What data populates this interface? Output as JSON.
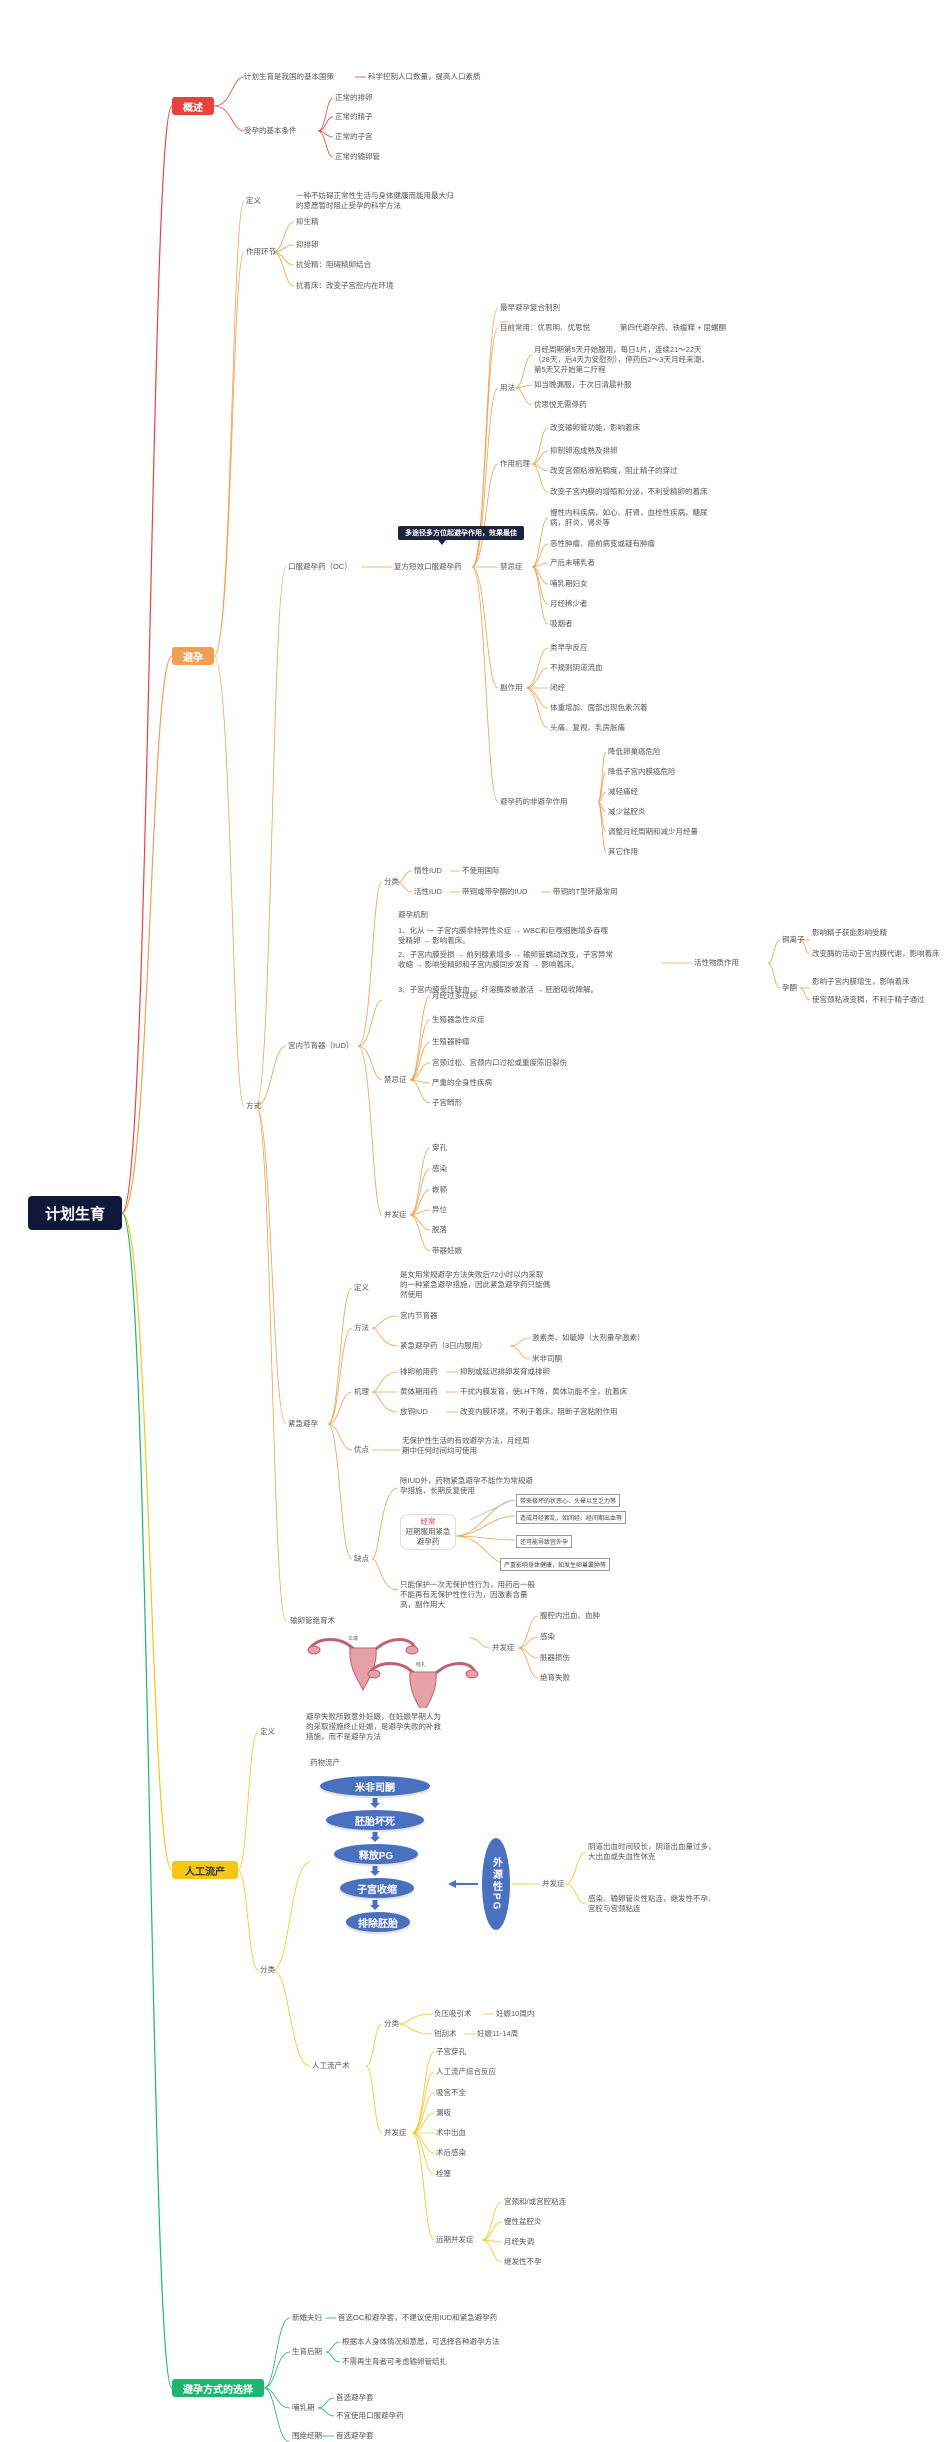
{
  "root": "计划生育",
  "colors": {
    "overview": "#e8423e",
    "contra": "#f0a050",
    "abortion": "#f5c518",
    "choice": "#1eb472"
  },
  "categories": {
    "overview": "概述",
    "contra": "避孕",
    "abortion": "人工流产",
    "choice": "避孕方式的选择"
  },
  "overview": {
    "policy": "计划生育是我国的基本国策",
    "policy_goal": "科学控制人口数量，提高人口素质",
    "conditions": "受孕的基本条件",
    "cond1": "正常的排卵",
    "cond2": "正常的精子",
    "cond3": "正常的子宫",
    "cond4": "正常的输卵管"
  },
  "contra": {
    "def": "定义",
    "def_text": "一种不妨碍正常性生活与身体健康而能用最大归的意愿暂时阻止受孕的科学方法",
    "mech": "作用环节",
    "mech1": "抑生精",
    "mech2": "抑排卵",
    "mech3": "抗受精：阻碍精卵结合",
    "mech4": "抗着床：改变子宫腔内在环境",
    "method": "方式",
    "oc": "口服避孕药（OC）",
    "coc": "复方短效口服避孕药",
    "callout": "多途径多方位起避孕作用，效果最佳",
    "coc_first": "最早避孕复合制剂",
    "coc_common_label": "目前常用：优思明、优思悦",
    "coc_common": "第四代避孕药、铁缓释 + 屈螺酮",
    "usage": "用法",
    "usage1": "月经周期第5天开始服用，每日1片，连续21～22天（28天，后4天为安慰剂），停药后2～3天月经来潮，第5天又开始第二疗程",
    "usage2": "如当晚漏服，于次日清晨补服",
    "usage3": "优思悦无需停药",
    "action": "作用机理",
    "action1": "改变输卵管功能，影响着床",
    "action2": "抑制卵泡成熟及排卵",
    "action3": "改变宫颈粘液粘稠度，阻止精子的穿过",
    "action4": "改变子宫内膜的增殖和分泌，不利受精卵的着床",
    "contraind": "禁忌症",
    "ci1": "慢性内科疾病，如心、肝肾，血栓性疾病，糖尿病，肝炎，肾炎等",
    "ci2": "恶性肿瘤、癌前病变或疑有肿瘤",
    "ci3": "产后未哺乳者",
    "ci4": "哺乳期妇女",
    "ci5": "月经稀少者",
    "ci6": "吸烟者",
    "side": "副作用",
    "se1": "类早孕反应",
    "se2": "不规则阴道流血",
    "se3": "闭经",
    "se4": "体重增加、面部出现色素沉着",
    "se5": "头痛、复视、乳房胀痛",
    "nonc": "避孕药的非避孕作用",
    "nc1": "降低卵巢癌危险",
    "nc2": "降低子宫内膜癌危险",
    "nc3": "减轻痛经",
    "nc4": "减少盆腔炎",
    "nc5": "调整月经周期和减少月经量",
    "nc6": "其它作用",
    "iud": "宫内节育器（IUD）",
    "cls": "分类",
    "inert": "惰性IUD",
    "inert_note": "不使用国际",
    "active": "活性IUD",
    "active1": "带铜或带孕酮的IUD",
    "active2": "带铜的T型环最常用",
    "iud_mech": "避孕机制",
    "m1": "1、化从 一 子宫内膜非特异性炎症 → WBC和巨噬细胞增多吞噬受精卵 → 影响着床。",
    "m2": "2、子宫内膜受损 → 前列腺素增多 → 输卵管蠕动改变，子宫异常收缩 → 影响受精卵和子宫内膜同步发育 → 影响着床。",
    "m3": "3、子宫内膜受压缺血 → 纤溶酶原被激活 → 胚胎吸收降解。",
    "active_action": "活性物质作用",
    "cu": "铜离子",
    "cu1": "影响精子获能影响受精",
    "cu2": "改变酶的活动于宫内膜代谢，影响着床",
    "prog": "孕酮",
    "prog1": "影响子宫内膜增生，影响着床",
    "prog2": "使宫颈粘液变稠，不利于精子通过",
    "iud_ci": "禁忌证",
    "ic1": "月经过多过频",
    "ic2": "生殖器急性炎症",
    "ic3": "生殖器肿瘤",
    "ic4": "宫颈过松、宫颈内口过松或重度陈旧裂伤",
    "ic5": "严重的全身性疾病",
    "ic6": "子宫畸形",
    "comp": "并发症",
    "cp1": "穿孔",
    "cp2": "感染",
    "cp3": "嵌顿",
    "cp4": "异位",
    "cp5": "脱落",
    "cp6": "带器妊娠",
    "emg": "紧急避孕",
    "emg_def": "定义",
    "emg_def_text": "是女用常规避孕方法失败后72小时以内采取的一种紧急避孕措施，因此紧急避孕药只能偶然使用",
    "emg_method": "方法",
    "em1": "宫内节育器",
    "em2": "紧急避孕药（3日内服用）",
    "em2a": "激素类、如毓婷（大剂量孕激素）",
    "em2b": "米非司酮",
    "emg_mech": "机理",
    "emm1": "排卵前用药",
    "emm1t": "抑制或延迟排卵发育或排卵",
    "emm2": "黄体期用药",
    "emm2t": "干扰内膜发育，使LH下降，黄体功能不全，抗着床",
    "emm3": "放铜IUD",
    "emm3t": "改变内膜环境，不利于着床，阻断子宫粘附作用",
    "emg_adv": "优点",
    "emg_adv_t": "无保护性生活的有效避孕方法，月经周期中任何时间均可使用",
    "emg_dis": "缺点",
    "emg_dis1": "除IUD外，药物紧急避孕不能作为常规避孕措施，长期反复使用",
    "pill_label": "短期服用紧急避孕药",
    "pill_mark": "经常",
    "pop1": "带来极坏的状恶心、头晕以至乏力等",
    "pop2": "造成月经紊乱，如闭经、经间期出血等",
    "pop3": "还可能导致宫外孕",
    "pop4": "严重影响身体健康，如发生卵巢囊肿等",
    "emg_dis2": "只能保护一次无保护性行为，用药后一般不能再有无保护性性行为，因激素含量高，副作用大",
    "steril": "输卵管绝育术",
    "steril_comp": "并发症",
    "sc1": "腹腔内出血、血肿",
    "sc2": "感染",
    "sc3": "脏器损伤",
    "sc4": "绝育失败",
    "lbl_left": "伞端",
    "lbl_right": "结扎"
  },
  "abortion": {
    "def": "定义",
    "def_text": "避孕失败所致意外妊娠，在妊娠早期人为的采取措施终止妊娠，是避孕失败的补救措施，而不是避孕方法",
    "drug": "药物流产",
    "cls": "分类",
    "fc1": "米非司酮",
    "fc2": "胚胎坏死",
    "fc3": "释放PG",
    "fc4": "子宫收缩",
    "fc5": "排除胚胎",
    "oval": "外源性PG",
    "drug_comp": "并发症",
    "dc1": "阴道出血时间较长，阴道出血量过多，大出血或失血性休克",
    "dc2": "感染、输卵管炎性粘连，继发性不孕、宫腔与宫颈粘连",
    "surg": "人工流产术",
    "sc": "分类",
    "sc1": "负压吸引术",
    "sc1t": "妊娠10周内",
    "sc2": "钳刮术",
    "sc2t": "妊娠11-14周",
    "comp": "并发症",
    "c1": "子宫穿孔",
    "c2": "人工流产综合反应",
    "c3": "吸宫不全",
    "c4": "漏吸",
    "c5": "术中出血",
    "c6": "术后感染",
    "c7": "栓塞",
    "far": "远期并发症",
    "f1": "宫颈和/或宫腔粘连",
    "f2": "慢性盆腔炎",
    "f3": "月经失调",
    "f4": "继发性不孕"
  },
  "choice": {
    "new": "新婚夫妇",
    "new_t": "首选OC和避孕套，不建议使用IUD和紧急避孕药",
    "birth": "生育后期",
    "birth1": "根据本人身体情况和意愿，可选择各种避孕方法",
    "birth2": "不需再生育者可考虑输卵管结扎",
    "lact": "哺乳期",
    "lact1": "首选避孕套",
    "lact2": "不宜使用口服避孕药",
    "peri": "围绝经期",
    "peri_t": "首选避孕套"
  }
}
